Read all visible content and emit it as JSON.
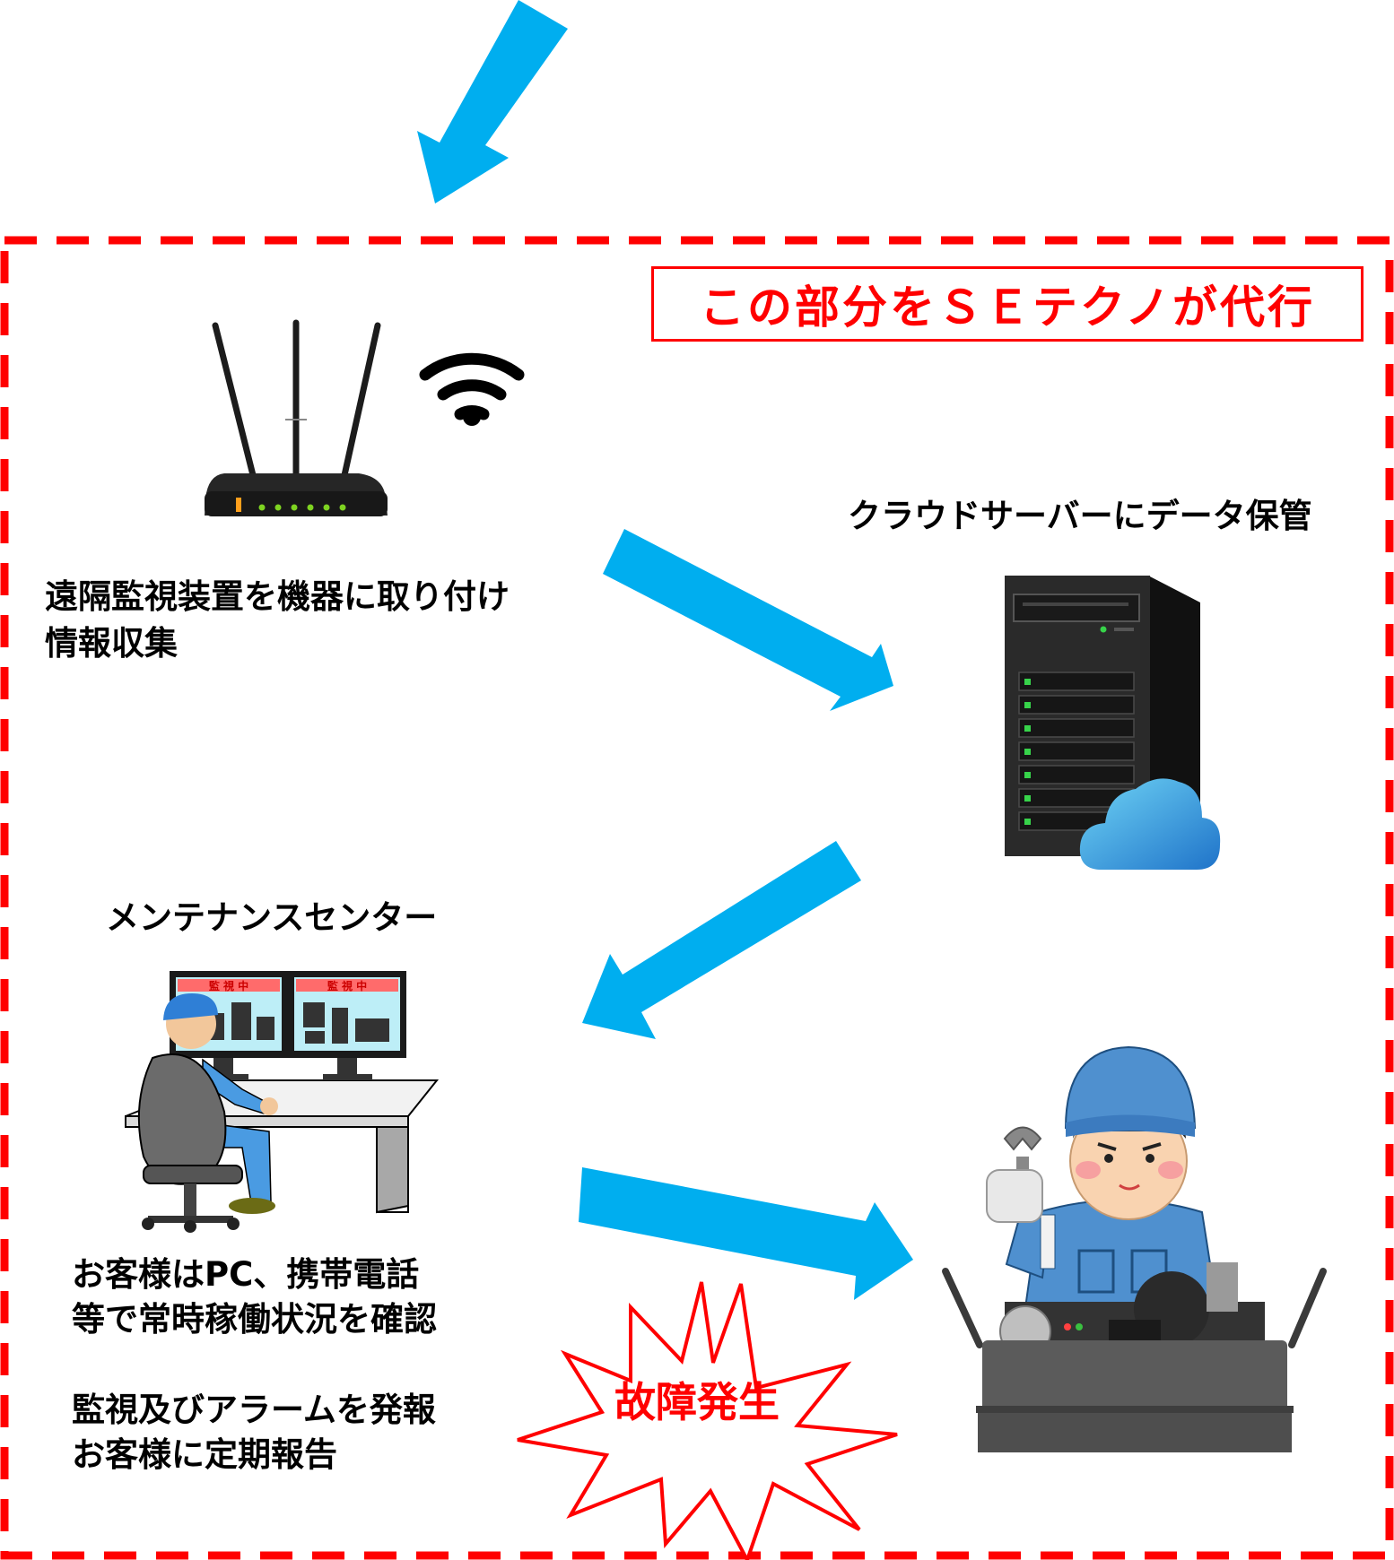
{
  "banner": {
    "text": "この部分をＳＥテクノが代行",
    "color": "#ff0000"
  },
  "router": {
    "icon": "router-icon",
    "wifi_icon": "wifi-icon",
    "label_lines": [
      "遠隔監視装置を機器に取り付け",
      "情報収集"
    ]
  },
  "cloud_server": {
    "icon": "server-cloud-icon",
    "label": "クラウドサーバーにデータ保管"
  },
  "maintenance_center": {
    "icon": "operator-monitoring-icon",
    "title": "メンテナンスセンター",
    "monitor_text": "監 視 中",
    "customer_lines": [
      "お客様はPC、携帯電話",
      "等で常時稼働状況を確認"
    ],
    "alarm_lines": [
      "監視及びアラームを発報",
      "お客様に定期報告"
    ]
  },
  "fault": {
    "label": "故障発生",
    "icon": "starburst-icon",
    "color": "#ff0000"
  },
  "technician": {
    "icon": "technician-repair-icon"
  },
  "colors": {
    "arrow": "#00aeef",
    "border": "#ff0000"
  }
}
